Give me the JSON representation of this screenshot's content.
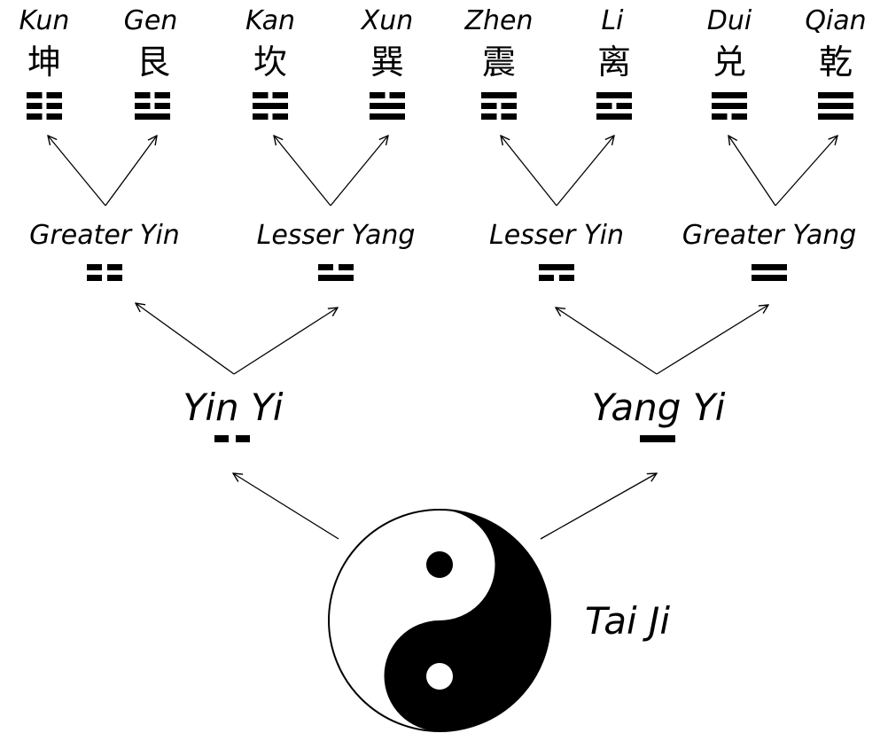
{
  "tai_ji": {
    "label": "Tai Ji",
    "icon": "yin-yang-icon",
    "colors": {
      "dark": "#000000",
      "light": "#ffffff"
    }
  },
  "yi": [
    {
      "label": "Yin Yi",
      "lines": [
        0
      ]
    },
    {
      "label": "Yang Yi",
      "lines": [
        1
      ]
    }
  ],
  "xiang": [
    {
      "label": "Greater Yin",
      "lines": [
        0,
        0
      ]
    },
    {
      "label": "Lesser Yang",
      "lines": [
        1,
        0
      ]
    },
    {
      "label": "Lesser Yin",
      "lines": [
        0,
        1
      ]
    },
    {
      "label": "Greater Yang",
      "lines": [
        1,
        1
      ]
    }
  ],
  "trigrams": [
    {
      "name": "Kun",
      "hanzi": "坤",
      "lines": [
        0,
        0,
        0
      ]
    },
    {
      "name": "Gen",
      "hanzi": "艮",
      "lines": [
        1,
        0,
        0
      ]
    },
    {
      "name": "Kan",
      "hanzi": "坎",
      "lines": [
        0,
        1,
        0
      ]
    },
    {
      "name": "Xun",
      "hanzi": "巽",
      "lines": [
        1,
        1,
        0
      ]
    },
    {
      "name": "Zhen",
      "hanzi": "震",
      "lines": [
        0,
        0,
        1
      ]
    },
    {
      "name": "Li",
      "hanzi": "离",
      "lines": [
        1,
        0,
        1
      ]
    },
    {
      "name": "Dui",
      "hanzi": "兑",
      "lines": [
        0,
        1,
        1
      ]
    },
    {
      "name": "Qian",
      "hanzi": "乾",
      "lines": [
        1,
        1,
        1
      ]
    }
  ]
}
